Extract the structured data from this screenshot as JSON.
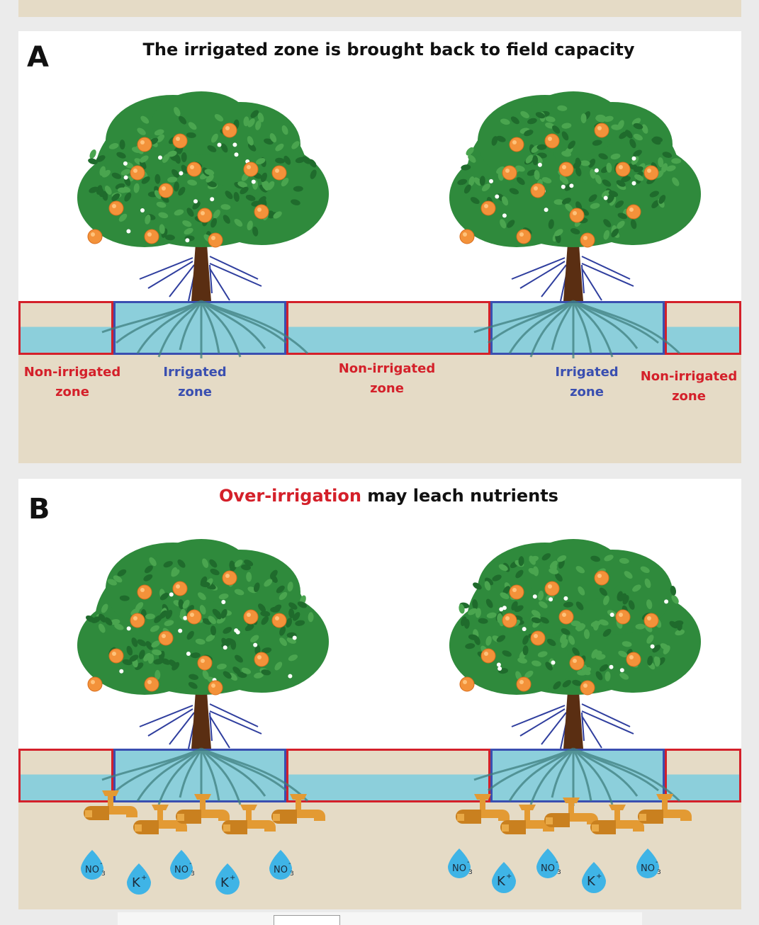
{
  "panel_a": {
    "label": "A",
    "title": "The irrigated zone is brought back to field capacity",
    "zone_labels": [
      {
        "line1": "Non-irrigated",
        "line2": "zone",
        "type": "non-irrigated"
      },
      {
        "line1": "Irrigated",
        "line2": "zone",
        "type": "irrigated"
      },
      {
        "line1": "Non-irrigated",
        "line2": "zone",
        "type": "non-irrigated"
      },
      {
        "line1": "Irrigated",
        "line2": "zone",
        "type": "irrigated"
      },
      {
        "line1": "Non-irrigated",
        "line2": "zone",
        "type": "non-irrigated"
      }
    ]
  },
  "panel_b": {
    "label": "B",
    "title_highlight": "Over-irrigation",
    "title_rest": " may leach nutrients",
    "ions": {
      "nitrate": "NO",
      "nitrate_sub": "3",
      "nitrate_sup": "-",
      "potassium": "K",
      "potassium_sup": "+"
    }
  },
  "colors": {
    "non_irrigated_border": "#d4202a",
    "irrigated_border": "#3a4fb0",
    "water": "#8ccfdb",
    "soil": "#e5dbc6",
    "foliage": "#2f8a3c",
    "orange": "#f3923a",
    "trunk": "#5a2e12",
    "faucet": "#e39a33",
    "drop": "#3fb4e6"
  },
  "icons": [
    "orange-tree-icon",
    "drip-emitter-icon",
    "faucet-icon",
    "water-drop-icon"
  ]
}
